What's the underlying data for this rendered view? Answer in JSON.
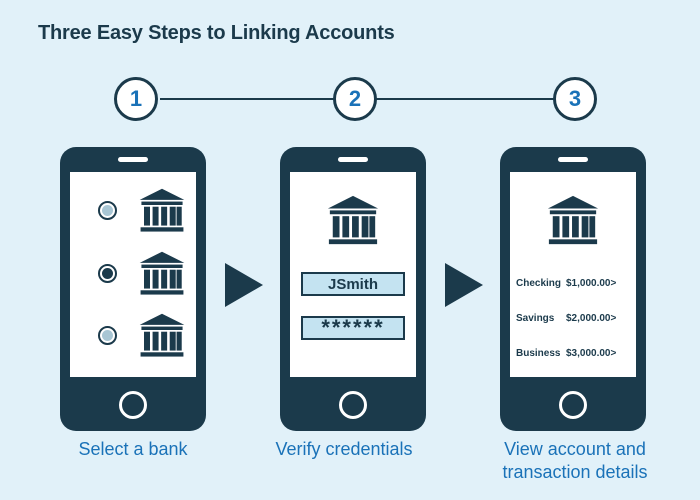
{
  "title": "Three Easy Steps to Linking Accounts",
  "steps": [
    {
      "number": "1",
      "caption": "Select a bank"
    },
    {
      "number": "2",
      "caption": "Verify credentials"
    },
    {
      "number": "3",
      "caption_line1": "View account and",
      "caption_line2": "transaction details"
    }
  ],
  "step1": {
    "banks": [
      {
        "selected": false
      },
      {
        "selected": true
      },
      {
        "selected": false
      }
    ]
  },
  "step2": {
    "username": "JSmith",
    "password": "******"
  },
  "step3": {
    "accounts": [
      {
        "name": "Checking",
        "amount": "$1,000.00>"
      },
      {
        "name": "Savings",
        "amount": "$2,000.00>"
      },
      {
        "name": "Business",
        "amount": "$3,000.00>"
      }
    ]
  },
  "colors": {
    "dark": "#1b3a4b",
    "accent": "#1a72b8",
    "background": "#e1f1f9",
    "field": "#c4e3f1"
  },
  "icons": [
    "bank-icon",
    "radio-icon",
    "arrow-right-icon",
    "home-button-icon"
  ]
}
